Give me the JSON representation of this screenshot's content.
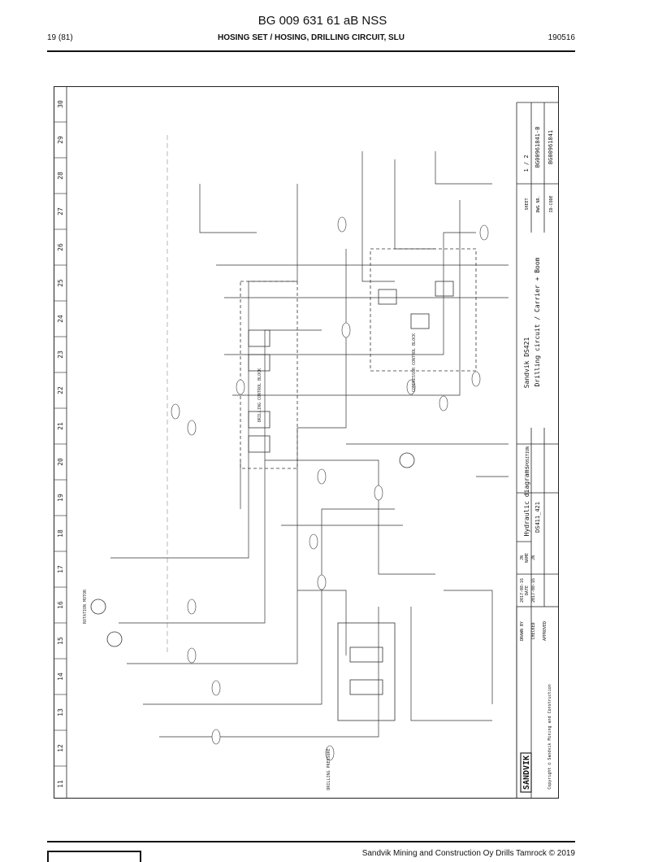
{
  "header": {
    "doc_title": "BG 009 631 61 aB NSS",
    "page": "19 (81)",
    "section": "HOSING SET / HOSING, DRILLING CIRCUIT, SLU",
    "date": "190516"
  },
  "footer": {
    "text": "Sandvik Mining and Construction Oy Drills Tamrock © 2019"
  },
  "drawing": {
    "brand": "SANDVIK",
    "copyright": "Copyright © Sandvik Mining and Construction",
    "model": "Sandvik DS421",
    "subject": "Drilling circuit / Carrier + Boom",
    "category": "Hydraulic diagrams",
    "position_label": "POSITION",
    "position_value": "DS411_421",
    "date_label": "DATE",
    "name_label": "NAME",
    "drawn_by_label": "DRAWN BY",
    "drawn_date": "2017-08-16",
    "drawn_name": "JN",
    "checked_label": "CHECKED",
    "checked_date": "2017-08-16",
    "checked_name": "JN",
    "approved_label": "APPROVED",
    "sheet_label": "SHEET",
    "sheet_value": "1 / 2",
    "dwg_label": "DWG NR.",
    "dwg_value": "BG00961841-B",
    "idcode_label": "ID-CODE",
    "idcode_value": "BG00961841",
    "col_numbers": [
      "11",
      "12",
      "13",
      "14",
      "15",
      "16",
      "17",
      "18",
      "19",
      "20",
      "21",
      "22",
      "23",
      "24",
      "25",
      "26",
      "27",
      "28",
      "29",
      "30"
    ],
    "block_labels": [
      "DRILLING CONTROL BLOCK",
      "COMPRESSOR CONTROL BLOCK",
      "ROTATION MOTOR",
      "DRILLING PRESSURE"
    ]
  }
}
